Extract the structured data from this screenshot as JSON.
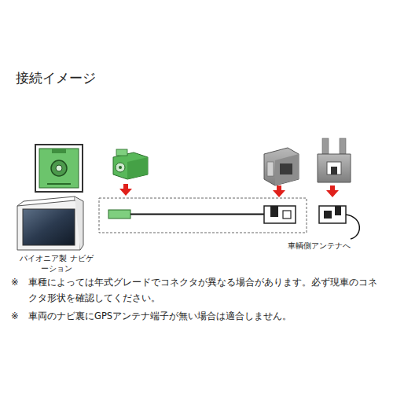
{
  "diagram": {
    "title": "接続イメージ",
    "labels": [
      "パイオニア製 ナビゲーション",
      "車輌側アンテナへ",
      "※",
      "車種によっては年式グレードでコネクタが異なる場合があります。必ず現車のコネクタ形状を確認してください。",
      "※",
      "車両のナビ裏にGPSアンテナ端子が無い場合は適合しません。"
    ]
  }
}
